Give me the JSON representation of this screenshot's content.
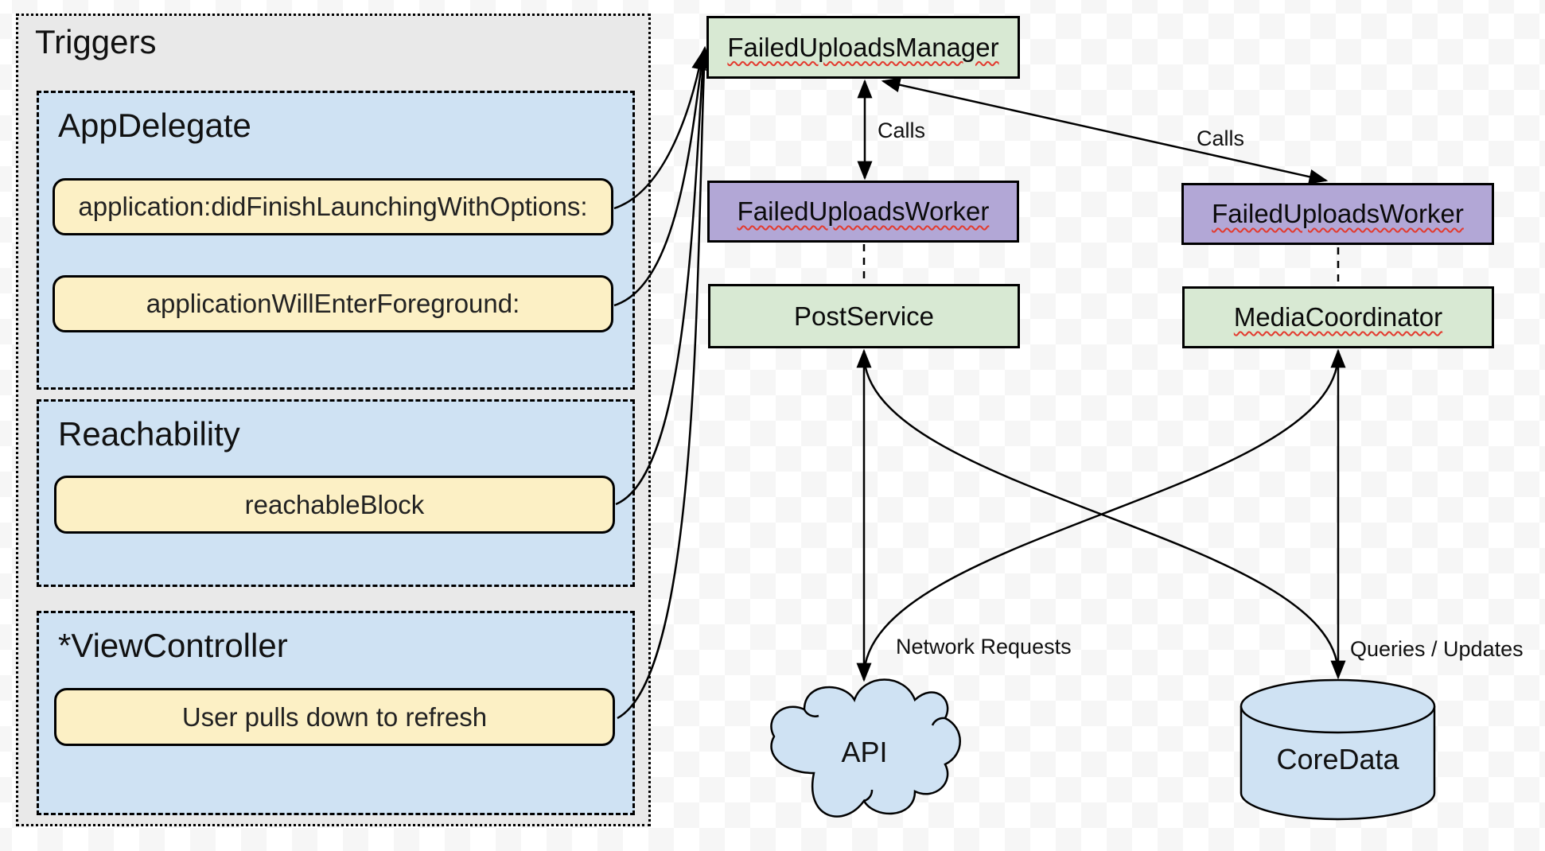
{
  "triggers": {
    "title": "Triggers",
    "sections": [
      {
        "title": "AppDelegate",
        "items": [
          {
            "label": "application:didFinishLaunchingWithOptions:"
          },
          {
            "label": "applicationWillEnterForeground:"
          }
        ]
      },
      {
        "title": "Reachability",
        "items": [
          {
            "label": "reachableBlock"
          }
        ]
      },
      {
        "title": "*ViewController",
        "items": [
          {
            "label": "User pulls down to refresh"
          }
        ]
      }
    ]
  },
  "nodes": {
    "manager": {
      "label": "FailedUploadsManager",
      "color": "#d8e9d3",
      "spellcheck_underline": true
    },
    "worker_left": {
      "label": "FailedUploadsWorker",
      "color": "#b2a7d6",
      "spellcheck_underline": true
    },
    "worker_right": {
      "label": "FailedUploadsWorker",
      "color": "#b2a7d6",
      "spellcheck_underline": true
    },
    "post_service": {
      "label": "PostService",
      "color": "#d8e9d3",
      "spellcheck_underline": false
    },
    "media_coordinator": {
      "label": "MediaCoordinator",
      "color": "#d8e9d3",
      "spellcheck_underline": true
    },
    "api": {
      "label": "API",
      "color": "#cfe2f3",
      "shape": "cloud"
    },
    "core_data": {
      "label": "CoreData",
      "color": "#cfe2f3",
      "shape": "cylinder"
    }
  },
  "edges": {
    "calls_left": {
      "label": "Calls"
    },
    "calls_right": {
      "label": "Calls"
    },
    "network_requests": {
      "label": "Network Requests"
    },
    "queries_updates": {
      "label": "Queries / Updates"
    }
  },
  "colors": {
    "panel_gray": "#e9e9e9",
    "section_blue": "#cfe2f3",
    "trigger_yellow": "#fcf0c5",
    "node_green": "#d8e9d3",
    "node_purple": "#b2a7d6",
    "shape_blue": "#cfe2f3",
    "spellcheck_red": "#e33a2e",
    "line_black": "#000000",
    "checker_gray": "#f6f6f6"
  }
}
